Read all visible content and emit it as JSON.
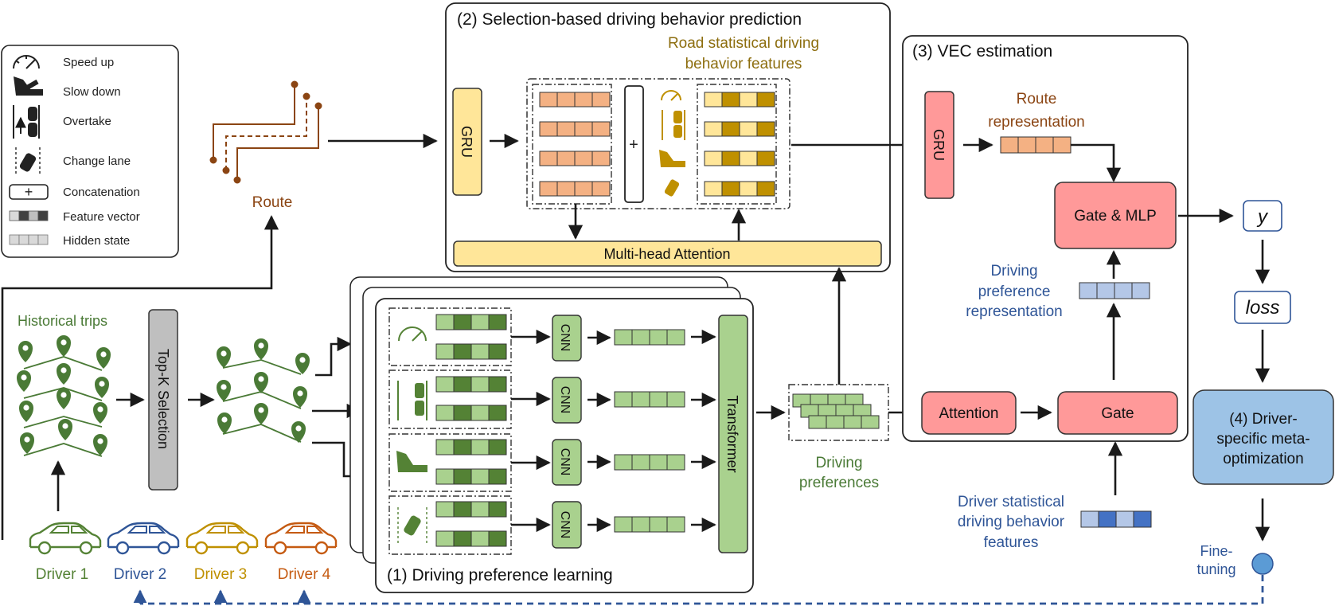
{
  "colors": {
    "green": "#4a7a36",
    "green_light": "#a9d18e",
    "green_dark": "#4e7d2c",
    "blue_text": "#2f5597",
    "blue_light": "#b4c7e7",
    "blue_mid": "#4472c4",
    "brown": "#8b4513",
    "olive": "#8d6e0f",
    "orange_cell": "#f4b183",
    "yellow_cell": "#ffe699",
    "gold_cell": "#bf9000",
    "gru_yellow": "#ffe699",
    "pink": "#ff9999",
    "meta_blue": "#9dc3e6",
    "gray_box": "#bfbfbf",
    "driver1": "#548235",
    "driver2": "#2f5597",
    "driver3": "#bf9000",
    "driver4": "#c55a11"
  },
  "legend": {
    "items": [
      {
        "icon": "speedometer-icon",
        "label": "Speed up"
      },
      {
        "icon": "brake-pedal-icon",
        "label": "Slow down"
      },
      {
        "icon": "overtake-icon",
        "label": "Overtake"
      },
      {
        "icon": "change-lane-icon",
        "label": "Change lane"
      },
      {
        "icon": "plus-icon",
        "label": "Concatenation"
      },
      {
        "icon": "feature-vector-icon",
        "label": "Feature vector"
      },
      {
        "icon": "hidden-state-icon",
        "label": "Hidden state"
      }
    ]
  },
  "route": {
    "label": "Route"
  },
  "historical": {
    "label": "Historical trips"
  },
  "topk": {
    "label": "Top-K Selection"
  },
  "drivers": [
    {
      "label": "Driver 1"
    },
    {
      "label": "Driver 2"
    },
    {
      "label": "Driver 3"
    },
    {
      "label": "Driver 4"
    }
  ],
  "section2": {
    "title": "(2) Selection-based driving behavior prediction",
    "gru": "GRU",
    "road_features": "Road statistical driving behavior features",
    "road_features_line1": "Road statistical driving",
    "road_features_line2": "behavior features",
    "plus": "+",
    "mha": "Multi-head Attention"
  },
  "section1": {
    "title": "(1) Driving preference learning",
    "cnn": "CNN",
    "transformer": "Transformer"
  },
  "driving_pref": {
    "line1": "Driving",
    "line2": "preferences"
  },
  "section3": {
    "title": "(3) VEC estimation",
    "gru": "GRU",
    "route_rep_line1": "Route",
    "route_rep_line2": "representation",
    "gate_mlp": "Gate & MLP",
    "dp_rep_line1": "Driving",
    "dp_rep_line2": "preference",
    "dp_rep_line3": "representation",
    "attention": "Attention",
    "gate": "Gate"
  },
  "driver_stat": {
    "line1": "Driver statistical",
    "line2": "driving behavior",
    "line3": "features"
  },
  "output": {
    "y": "y",
    "loss": "loss"
  },
  "section4": {
    "line1": "(4) Driver-",
    "line2": "specific meta-",
    "line3": "optimization"
  },
  "finetune": {
    "line1": "Fine-",
    "line2": "tuning"
  }
}
